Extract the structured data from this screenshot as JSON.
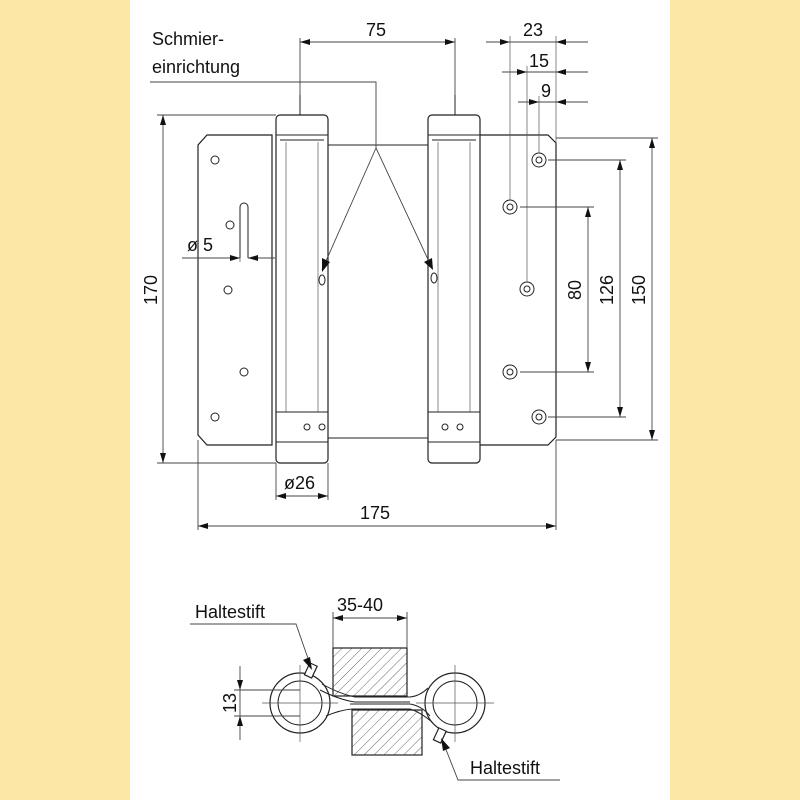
{
  "labels": {
    "lubrication": [
      "Schmier-",
      "einrichtung"
    ],
    "haltestift_top": "Haltestift",
    "haltestift_bottom": "Haltestift"
  },
  "dimensions": {
    "d75": "75",
    "d23": "23",
    "d15": "15",
    "d9": "9",
    "dia5": "ø 5",
    "d170": "170",
    "d80": "80",
    "d126": "126",
    "d150": "150",
    "dia26": "ø26",
    "d175": "175",
    "d35_40": "35-40",
    "d13": "13"
  },
  "colors": {
    "background": "#fde7a6",
    "panel": "#ffffff",
    "ink": "#222222"
  }
}
